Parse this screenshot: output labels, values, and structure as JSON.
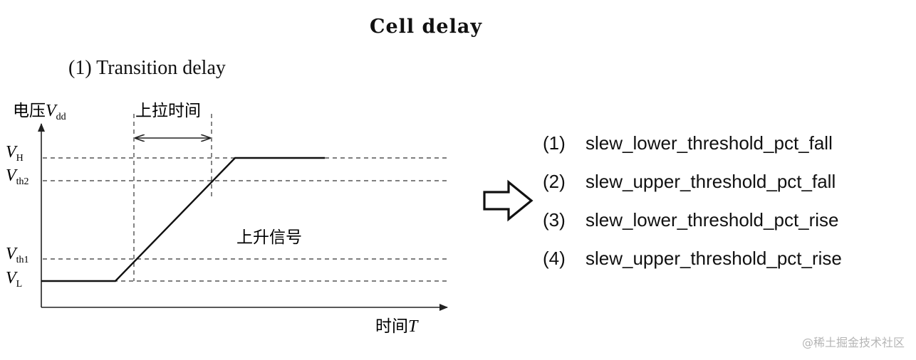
{
  "title": "Cell delay",
  "subtitle": "(1) Transition delay",
  "diagram": {
    "y_axis_label": "电压",
    "y_axis_var": "V",
    "y_axis_var_sub": "dd",
    "x_axis_label": "时间",
    "x_axis_var": "T",
    "levels": [
      {
        "var": "V",
        "sub": "H"
      },
      {
        "var": "V",
        "sub": "th2"
      },
      {
        "var": "V",
        "sub": "th1"
      },
      {
        "var": "V",
        "sub": "L"
      }
    ],
    "interval_label": "上拉时间",
    "signal_label": "上升信号"
  },
  "list": [
    {
      "num": "(1)",
      "text": "slew_lower_threshold_pct_fall"
    },
    {
      "num": "(2)",
      "text": "slew_upper_threshold_pct_fall"
    },
    {
      "num": "(3)",
      "text": "slew_lower_threshold_pct_rise"
    },
    {
      "num": "(4)",
      "text": "slew_upper_threshold_pct_rise"
    }
  ],
  "watermark": "@稀土掘金技术社区"
}
